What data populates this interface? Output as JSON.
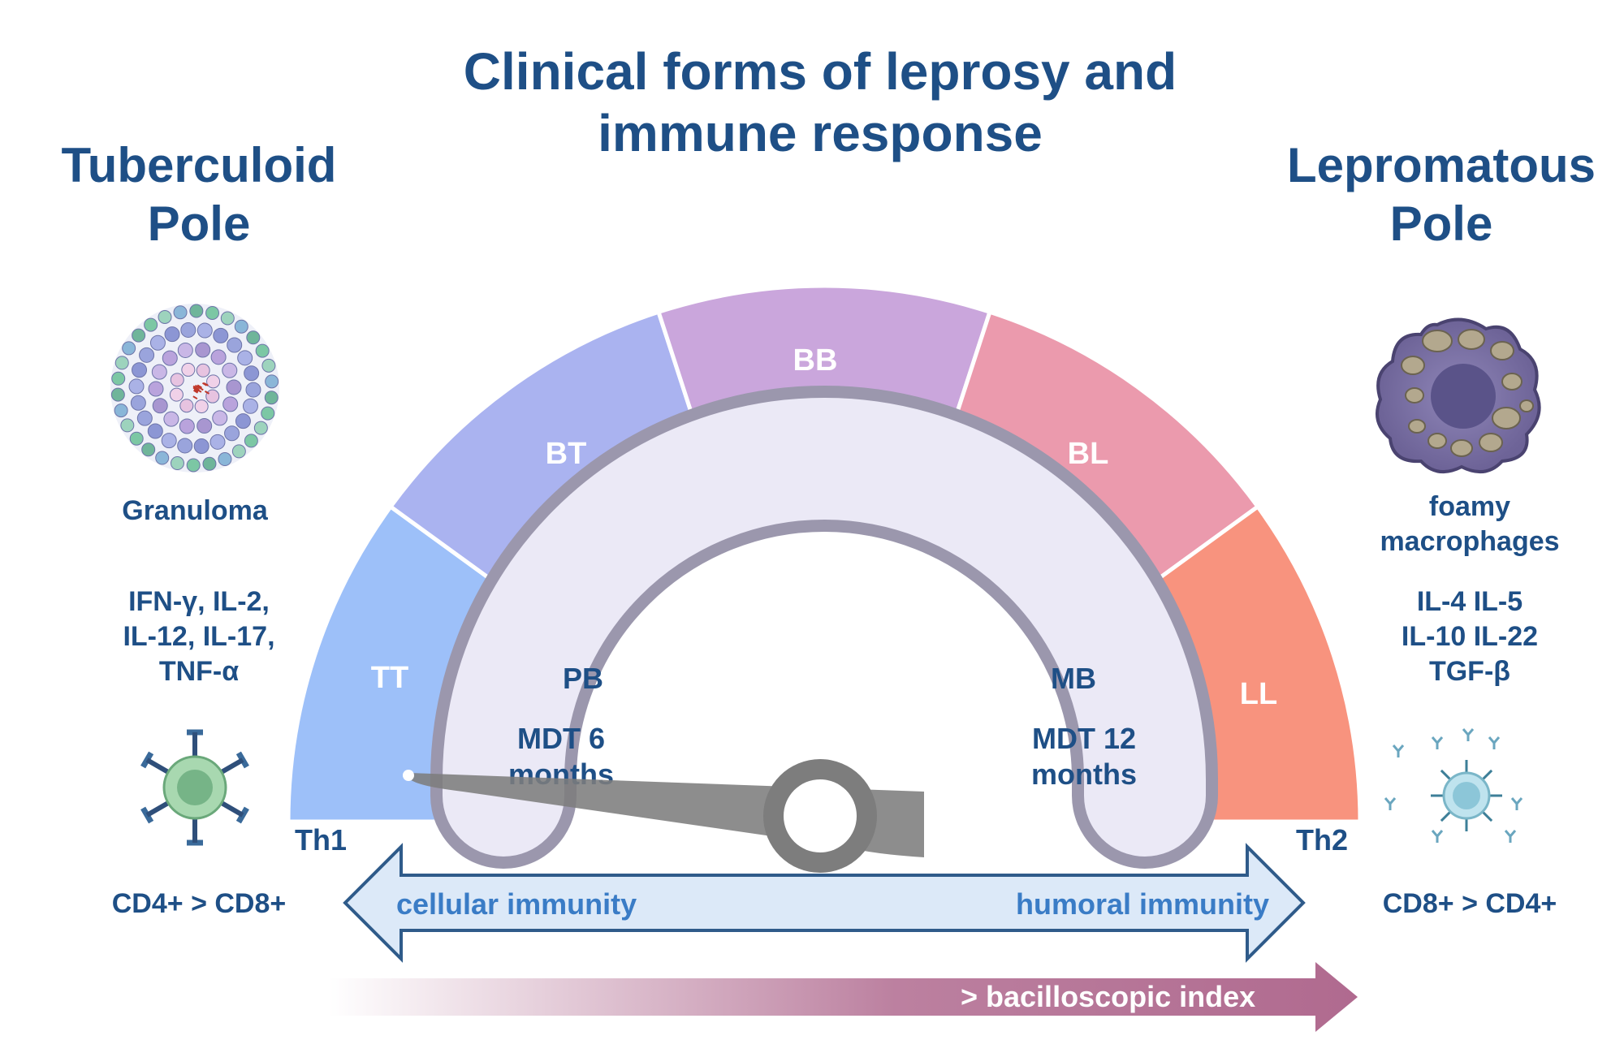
{
  "title": {
    "line1": "Clinical forms of leprosy and",
    "line2": "immune response"
  },
  "left_pole": {
    "title_line1": "Tuberculoid",
    "title_line2": "Pole",
    "cell_label": "Granuloma",
    "cytokines": [
      "IFN-γ, IL-2,",
      "IL-12, IL-17,",
      "TNF-α"
    ],
    "th_label": "Th1",
    "ratio": "CD4+ > CD8+"
  },
  "right_pole": {
    "title_line1": "Lepromatous",
    "title_line2": "Pole",
    "cell_label": [
      "foamy",
      "macrophages"
    ],
    "cytokines": [
      "IL-4 IL-5",
      "IL-10 IL-22",
      "TGF-β"
    ],
    "th_label": "Th2",
    "ratio": "CD8+ > CD4+"
  },
  "spectrum": {
    "segments": [
      {
        "label": "TT",
        "color": "#9dc0f9"
      },
      {
        "label": "BT",
        "color": "#aab3f0"
      },
      {
        "label": "BB",
        "color": "#caa6dc"
      },
      {
        "label": "BL",
        "color": "#eb9aad"
      },
      {
        "label": "LL",
        "color": "#f8937e"
      }
    ]
  },
  "inner_gauge": {
    "left": {
      "label": "PB",
      "treatment_line1": "MDT 6",
      "treatment_line2": "months"
    },
    "right": {
      "label": "MB",
      "treatment_line1": "MDT 12",
      "treatment_line2": "months"
    }
  },
  "immunity_arrow": {
    "left_label": "cellular immunity",
    "right_label": "humoral immunity"
  },
  "bacilloscopic_arrow": {
    "label": "> bacilloscopic index"
  },
  "icons": {
    "granuloma": "granuloma-cluster-icon",
    "foamy_macrophage": "foamy-macrophage-icon",
    "th1_cell": "t-cell-receptors-icon",
    "th2_cell": "b-cell-antibodies-icon",
    "needle": "gauge-needle-icon"
  }
}
